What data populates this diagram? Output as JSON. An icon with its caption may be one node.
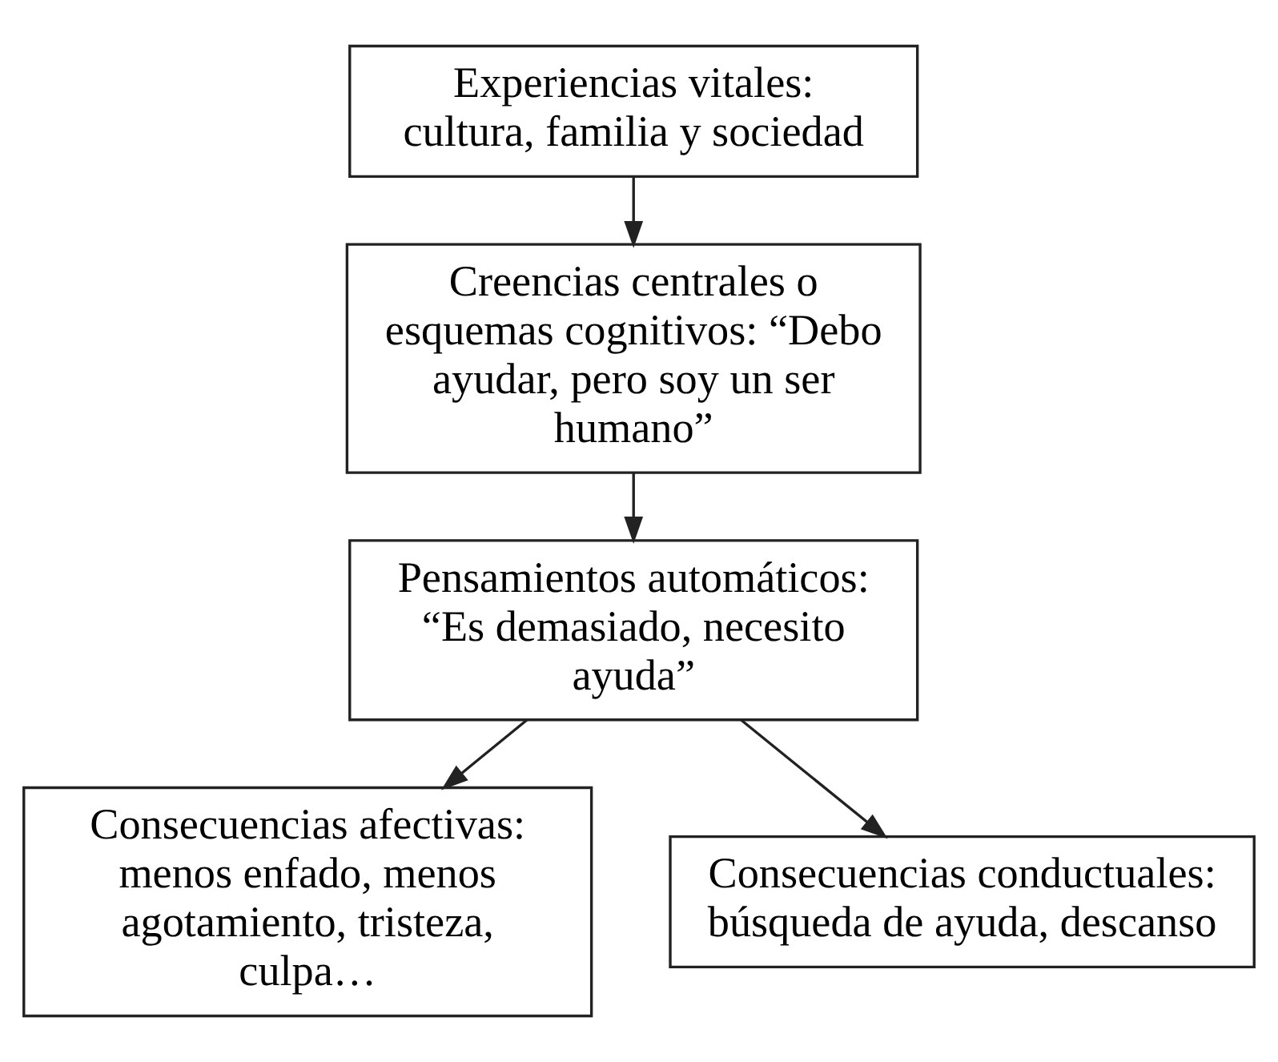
{
  "diagram": {
    "nodes": [
      {
        "text": [
          "Experiencias vitales: cultura, familia y sociedad"
        ]
      },
      {
        "text": [
          "Creencias centrales o esquemas cognitivos: “Debo ayudar, pero soy un ser humano”"
        ]
      },
      {
        "text": [
          "Pensamientos automáticos: “Es demasiado, necesito ayuda”"
        ]
      },
      {
        "text": [
          "Consecuencias afectivas: menos enfado, menos agotamiento, tristeza, culpa…"
        ]
      },
      {
        "text": [
          "Consecuencias conductuales: búsqueda de ayuda, descanso"
        ]
      }
    ],
    "edges": [
      {
        "from": 0,
        "to": 1,
        "arrow": "to"
      },
      {
        "from": 1,
        "to": 2,
        "arrow": "to"
      },
      {
        "from": 2,
        "to": 3,
        "arrow": "to"
      },
      {
        "from": 2,
        "to": 4,
        "arrow": "to"
      }
    ]
  }
}
